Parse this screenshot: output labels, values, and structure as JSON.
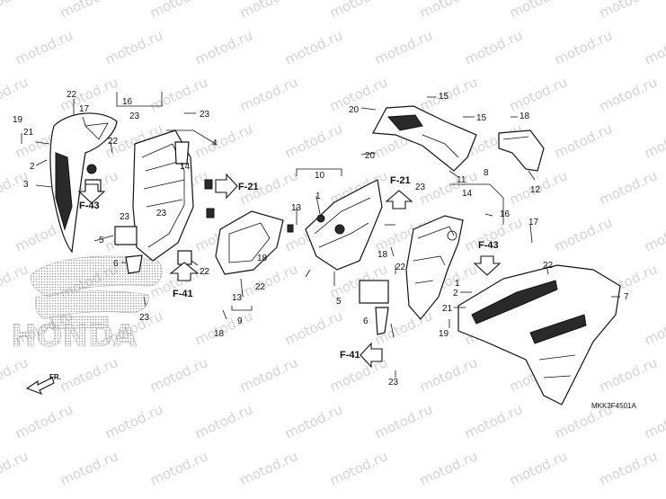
{
  "watermark": "motod.ru",
  "diagram_code": "MKK3F4501A",
  "front_indicator": "FR.",
  "ref_labels": [
    "F-21",
    "F-43",
    "F-41",
    "F-21",
    "F-43",
    "F-41"
  ],
  "callouts": [
    "19",
    "21",
    "2",
    "3",
    "22",
    "17",
    "22",
    "23",
    "16",
    "23",
    "4",
    "23",
    "23",
    "14",
    "5",
    "6",
    "22",
    "23",
    "13",
    "18",
    "9",
    "22",
    "18",
    "13",
    "10",
    "1",
    "20",
    "15",
    "20",
    "15",
    "18",
    "11",
    "14",
    "23",
    "16",
    "12",
    "8",
    "18",
    "22",
    "5",
    "6",
    "17",
    "22",
    "2",
    "21",
    "19",
    "7",
    "23",
    "1"
  ],
  "colors": {
    "line": "#111111",
    "watermark": "#d4d4d4",
    "fill_dark": "#2a2a2a"
  }
}
